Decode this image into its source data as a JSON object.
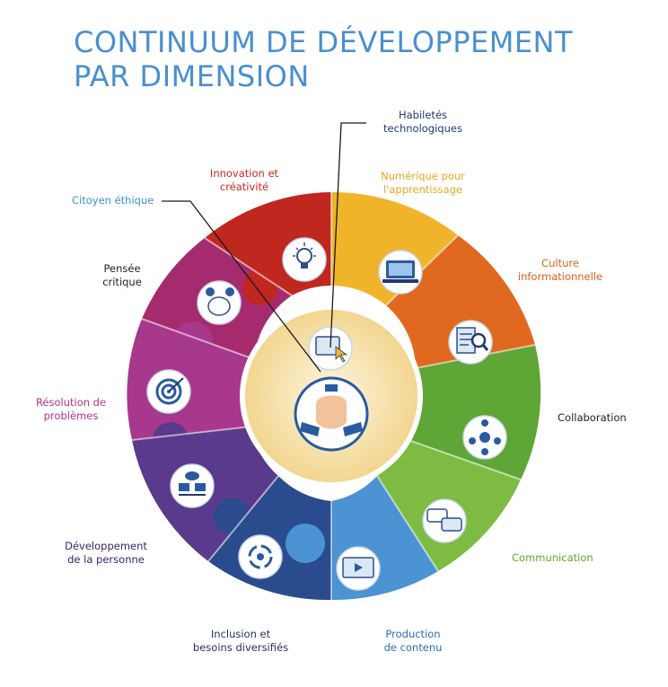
{
  "title": {
    "line1": "CONTINUUM DE DÉVELOPPEMENT",
    "line2": "PAR DIMENSION"
  },
  "center": {
    "icon": "handshake-hands-icon"
  },
  "dimensions": [
    {
      "id": "habiletes",
      "lines": [
        "Habiletés",
        "technologiques"
      ],
      "color": "#1f3b6e",
      "icon": "computer-screen-pointer-icon"
    },
    {
      "id": "numerique",
      "lines": [
        "Numérique pour",
        "l'apprentissage"
      ],
      "color": "#e8a81e",
      "icon": "laptop-learning-icon"
    },
    {
      "id": "culture",
      "lines": [
        "Culture",
        "informationnelle"
      ],
      "color": "#d4621c",
      "icon": "document-magnifier-icon"
    },
    {
      "id": "collaboration",
      "lines": [
        "Collaboration"
      ],
      "color": "#222222",
      "icon": "team-network-icon"
    },
    {
      "id": "communication",
      "lines": [
        "Communication"
      ],
      "color": "#5fa532",
      "icon": "chat-bubbles-icon"
    },
    {
      "id": "production",
      "lines": [
        "Production",
        "de contenu"
      ],
      "color": "#2c6db8",
      "icon": "video-screen-icon"
    },
    {
      "id": "inclusion",
      "lines": [
        "Inclusion et",
        "besoins diversifiés"
      ],
      "color": "#22355f",
      "icon": "circular-arrows-icon"
    },
    {
      "id": "developpement",
      "lines": [
        "Développement",
        "de la personne"
      ],
      "color": "#3b2466",
      "icon": "cloud-computers-icon"
    },
    {
      "id": "resolution",
      "lines": [
        "Résolution de",
        "problèmes"
      ],
      "color": "#b23585",
      "icon": "target-icon"
    },
    {
      "id": "pensee",
      "lines": [
        "Pensée",
        "critique"
      ],
      "color": "#222222",
      "icon": "brain-question-icon"
    },
    {
      "id": "citoyen",
      "lines": [
        "Citoyen éthique"
      ],
      "color": "#3f8fd2",
      "icon": "pointer-line-icon"
    },
    {
      "id": "innovation",
      "lines": [
        "Innovation et",
        "créativité"
      ],
      "color": "#c8261c",
      "icon": "lightbulb-icon"
    }
  ],
  "colors": {
    "innovation": "#c0271f",
    "numerique": "#f0b42a",
    "culture": "#e0691f",
    "collaboration": "#5ea636",
    "communication": "#7dbb42",
    "production": "#4c93d3",
    "inclusion": "#2a4c8e",
    "developpement": "#5a3a8c",
    "resolution": "#a8388c",
    "pensee": "#a62a6e",
    "center": "#f7e3a3"
  }
}
